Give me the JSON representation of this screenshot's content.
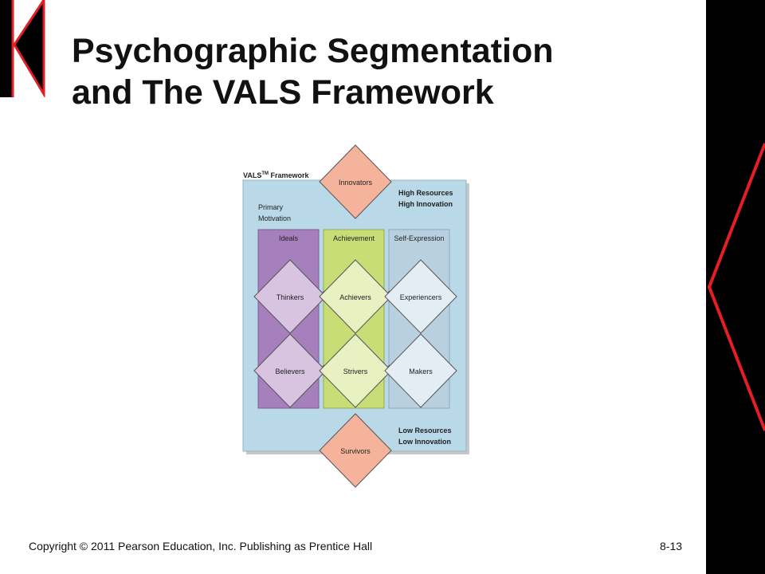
{
  "slide": {
    "title_line1": "Psychographic Segmentation",
    "title_line2": "and The VALS Framework",
    "footer_copyright": "Copyright © 2011 Pearson Education, Inc.  Publishing as Prentice Hall",
    "page_number": "8-13"
  },
  "diagram": {
    "heading": "VALS",
    "heading_tm": "TM",
    "heading_rest": " Framework",
    "motivation_line1": "Primary",
    "motivation_line2": "Motivation",
    "high_line1": "High Resources",
    "high_line2": "High Innovation",
    "low_line1": "Low Resources",
    "low_line2": "Low Innovation",
    "columns": [
      "Ideals",
      "Achievement",
      "Self-Expression"
    ],
    "top_segment": "Innovators",
    "bottom_segment": "Survivors",
    "row1": [
      "Thinkers",
      "Achievers",
      "Experiencers"
    ],
    "row2": [
      "Believers",
      "Strivers",
      "Makers"
    ]
  },
  "colors": {
    "background_panel": "#b9d8e8",
    "ideals": "#a67fbd",
    "ideals_diamond": "#d8c3e0",
    "achievement": "#c8dd76",
    "achievement_diamond": "#e9f0c2",
    "self_expression": "#b9d0e0",
    "self_expression_diamond": "#e4edf4",
    "extremes_diamond": "#f5b39b",
    "deco_red": "#e31e24"
  }
}
